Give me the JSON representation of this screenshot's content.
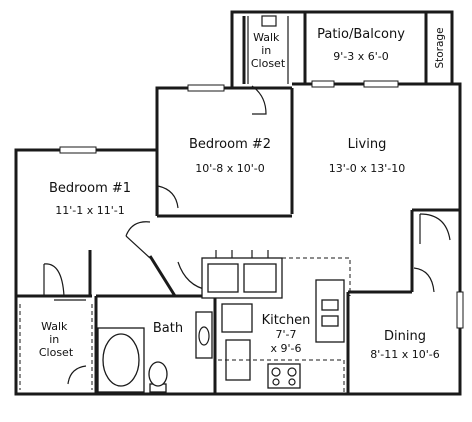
{
  "rooms": {
    "walk_in_closet_top": {
      "lines": [
        "Walk",
        "in",
        "Closet"
      ]
    },
    "patio_balcony": {
      "name": "Patio/Balcony",
      "dims": "9'-3 x 6'-0"
    },
    "storage": {
      "name": "Storage"
    },
    "bedroom_2": {
      "name": "Bedroom #2",
      "dims": "10'-8 x 10'-0"
    },
    "living": {
      "name": "Living",
      "dims": "13'-0 x 13'-10"
    },
    "bedroom_1": {
      "name": "Bedroom #1",
      "dims": "11'-1 x 11'-1"
    },
    "kitchen": {
      "name": "Kitchen",
      "dims_line1": "7'-7",
      "dims_line2": "x 9'-6"
    },
    "bath": {
      "name": "Bath"
    },
    "walk_in_closet_bottom": {
      "lines": [
        "Walk",
        "in",
        "Closet"
      ]
    },
    "dining": {
      "name": "Dining",
      "dims": "8'-11 x 10'-6"
    }
  },
  "colors": {
    "line": "#1a1a1a",
    "background": "#ffffff"
  }
}
